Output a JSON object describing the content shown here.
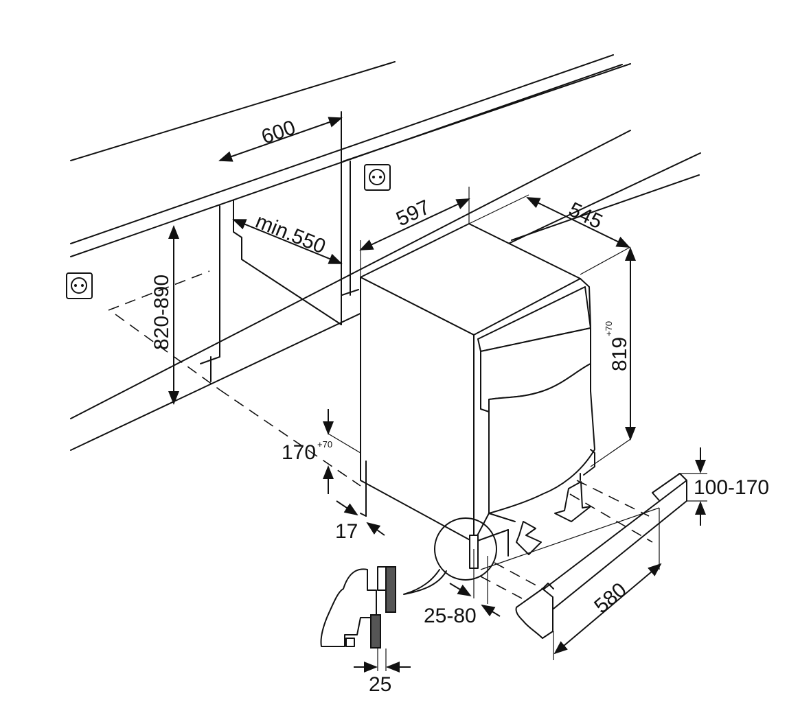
{
  "dimensions": {
    "niche_width": "600",
    "niche_depth_min": "min.550",
    "niche_height": "820-890",
    "appliance_width": "597",
    "appliance_depth": "545",
    "appliance_height": "819",
    "appliance_height_tolerance": "+70",
    "plinth_vent_height": "170",
    "plinth_vent_height_tolerance": "+70",
    "side_offset": "17",
    "plinth_depth": "25-80",
    "plinth_height": "100-170",
    "plinth_width": "580",
    "door_gap": "25"
  },
  "icons": [
    "power-socket-icon",
    "power-socket-icon",
    "airflow-in-arrow-icon",
    "airflow-out-arrow-icon"
  ],
  "colors": {
    "line": "#111111",
    "panel_grey": "#555555",
    "background": "#ffffff"
  }
}
